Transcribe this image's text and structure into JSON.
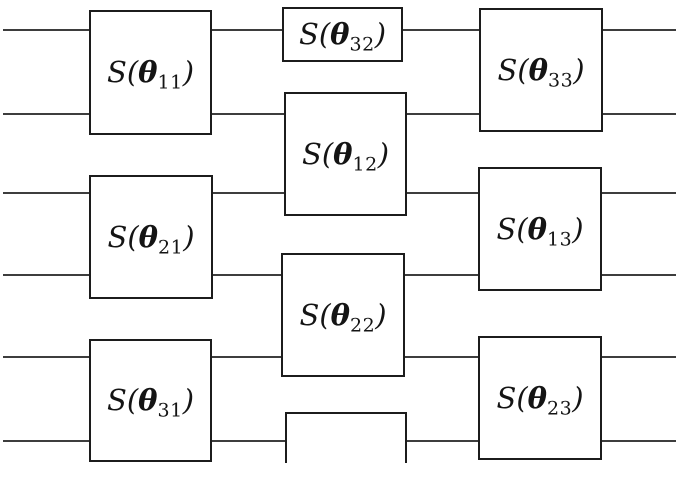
{
  "diagram": {
    "description": "Photonic mesh circuit of S(theta) gate boxes on six horizontal wires",
    "wire_count": 6,
    "colors": {
      "background": "#ffffff",
      "line": "#1c1c1c",
      "wire": "#3d3d3d"
    },
    "boxes": [
      {
        "open": "S(",
        "theta": "θ",
        "sub": "11",
        "close": ")"
      },
      {
        "open": "S(",
        "theta": "θ",
        "sub": "21",
        "close": ")"
      },
      {
        "open": "S(",
        "theta": "θ",
        "sub": "31",
        "close": ")"
      },
      {
        "open": "S(",
        "theta": "θ",
        "sub": "32",
        "close": ")"
      },
      {
        "open": "S(",
        "theta": "θ",
        "sub": "12",
        "close": ")"
      },
      {
        "open": "S(",
        "theta": "θ",
        "sub": "22",
        "close": ")"
      },
      {
        "open": "",
        "theta": "",
        "sub": "",
        "close": ""
      },
      {
        "open": "S(",
        "theta": "θ",
        "sub": "33",
        "close": ")"
      },
      {
        "open": "S(",
        "theta": "θ",
        "sub": "13",
        "close": ")"
      },
      {
        "open": "S(",
        "theta": "θ",
        "sub": "23",
        "close": ")"
      }
    ]
  }
}
